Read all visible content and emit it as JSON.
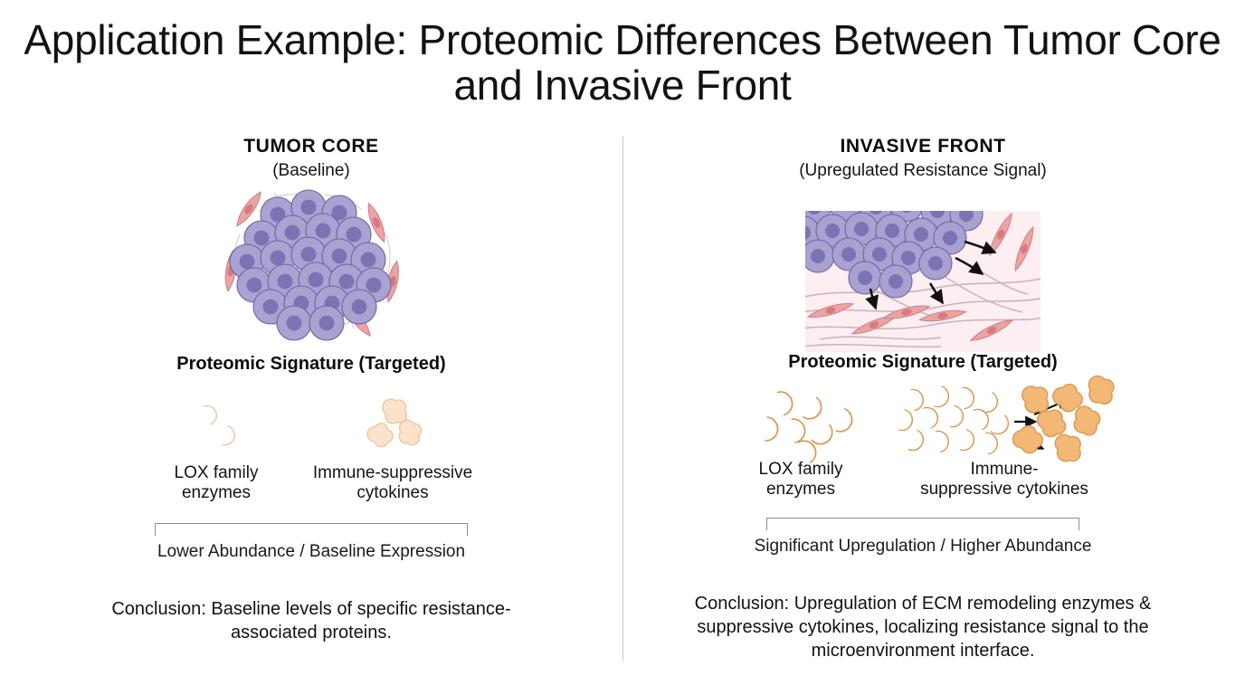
{
  "title": "Application Example: Proteomic Differences Between Tumor Core and Invasive Front",
  "colors": {
    "tumor_cell_fill": "#a9a1d0",
    "tumor_cell_nucleus": "#7d72b3",
    "tumor_cell_stroke": "#6f63a6",
    "fibroblast_fill": "#eba3a3",
    "fibroblast_nucleus": "#d8797f",
    "fibroblast_stroke": "#c97f83",
    "stroma_background": "#fdeef1",
    "ecm_fiber": "#c9a7b4",
    "enzyme_pale": "#fbe2c8",
    "enzyme_pale_stroke": "#e9c49b",
    "enzyme_strong": "#f3b776",
    "enzyme_strong_stroke": "#d99950",
    "arrow": "#111111",
    "divider": "#c9c9c9",
    "bracket": "#8e8e8e"
  },
  "left": {
    "heading": "TUMOR CORE",
    "subheading": "(Baseline)",
    "illustration_name": "tumor-core-cell-cluster",
    "signature_title": "Proteomic Signature (Targeted)",
    "proteins": [
      {
        "label": "LOX family\nenzymes",
        "icon": "lox-enzyme-icon",
        "count": 2,
        "intensity": "low"
      },
      {
        "label": "Immune-suppressive\ncytokines",
        "icon": "cytokine-icon",
        "count": 3,
        "intensity": "low"
      }
    ],
    "bracket_caption": "Lower Abundance / Baseline Expression",
    "conclusion": "Conclusion: Baseline levels of specific resistance-associated proteins."
  },
  "right": {
    "heading": "INVASIVE FRONT",
    "subheading": "(Upregulated Resistance Signal)",
    "illustration_name": "invasive-front-stroma-panel",
    "signature_title": "Proteomic Signature (Targeted)",
    "proteins": [
      {
        "label": "LOX family\nenzymes",
        "icon": "lox-enzyme-icon",
        "count": 7,
        "intensity": "high"
      },
      {
        "label": "Immune-\nsuppressive cytokines",
        "icon": "cytokine-icon",
        "count": 7,
        "intensity": "high"
      }
    ],
    "bracket_caption": "Significant Upregulation / Higher Abundance",
    "conclusion": "Conclusion: Upregulation of ECM remodeling enzymes & suppressive cytokines, localizing resistance signal to the microenvironment interface."
  }
}
